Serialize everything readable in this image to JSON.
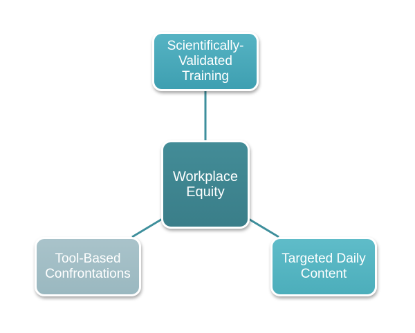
{
  "diagram": {
    "center": {
      "label": "Workplace Equity",
      "color": "#3f8792"
    },
    "top": {
      "label": "Scientifically-Validated Training",
      "color": "#4aa9ba"
    },
    "left": {
      "label": "Tool-Based Confrontations",
      "color": "#a2bec6"
    },
    "right": {
      "label": "Targeted Daily Content",
      "color": "#55b5c2"
    },
    "connector_color": "#3e8f9c"
  }
}
